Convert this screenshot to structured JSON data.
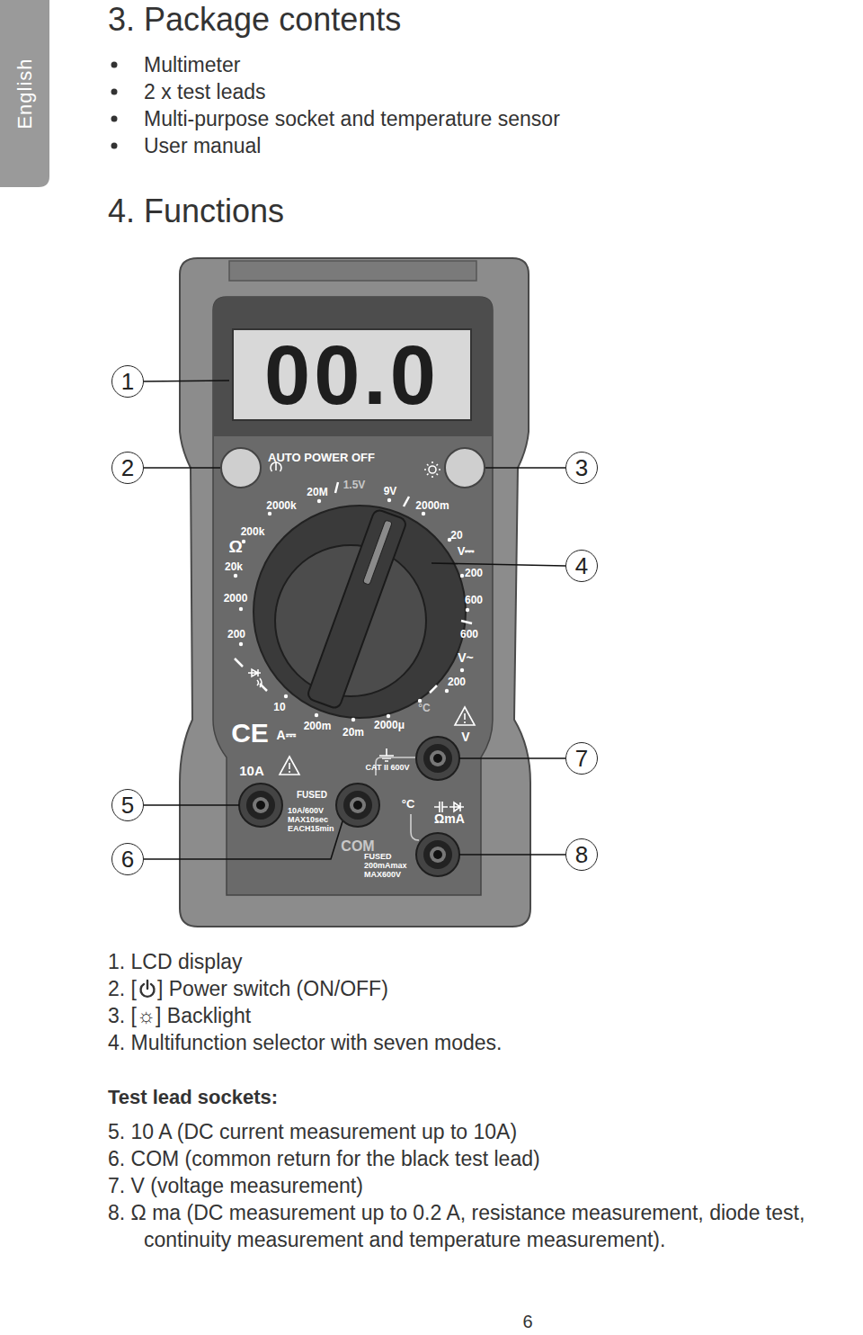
{
  "diagram": {
    "nodes": [
      {
        "text": [
          "English"
        ]
      },
      {
        "text": [
          "1"
        ]
      },
      {
        "text": [
          "2"
        ]
      },
      {
        "text": [
          "3"
        ]
      },
      {
        "text": [
          "4"
        ]
      },
      {
        "text": [
          "5"
        ]
      },
      {
        "text": [
          "6"
        ]
      },
      {
        "text": [
          "7"
        ]
      },
      {
        "text": [
          "8"
        ]
      },
      {
        "text": [
          "00.0"
        ]
      }
    ],
    "labels": [
      "3. Package contents",
      "Multimeter",
      "2 x test leads",
      "Multi-purpose socket and temperature sensor",
      "User manual",
      "4. Functions",
      "AUTO POWER OFF",
      "2000k",
      "20M",
      "1.5V",
      "9V",
      "2000m",
      "200k",
      "Ω",
      "20k",
      "2000",
      "200",
      "20",
      "V⎓",
      "200",
      "600",
      "600",
      "V~",
      "200",
      "10",
      "A⎓",
      "200m",
      "20m",
      "2000μ",
      "°C",
      "V",
      "CE",
      "10A",
      "CAT II 600V",
      "FUSED",
      "10A/600V MAX10sec EACH15min",
      "COM",
      "°C",
      "ΩmA",
      "FUSED 200mAmax MAX600V",
      "1. LCD display",
      "2. [",
      "] Power switch (ON/OFF)",
      "3. [☼] Backlight",
      "4. Multifunction selector with seven modes.",
      "Test lead sockets:",
      "5. 10 A (DC current measurement up to 10A)",
      "6. COM (common return for the black test lead)",
      "7. V (voltage measurement)",
      "8. Ω ma (DC measurement up to 0.2 A, resistance measurement, diode test, continuity measurement and temperature measurement).",
      "6"
    ]
  }
}
